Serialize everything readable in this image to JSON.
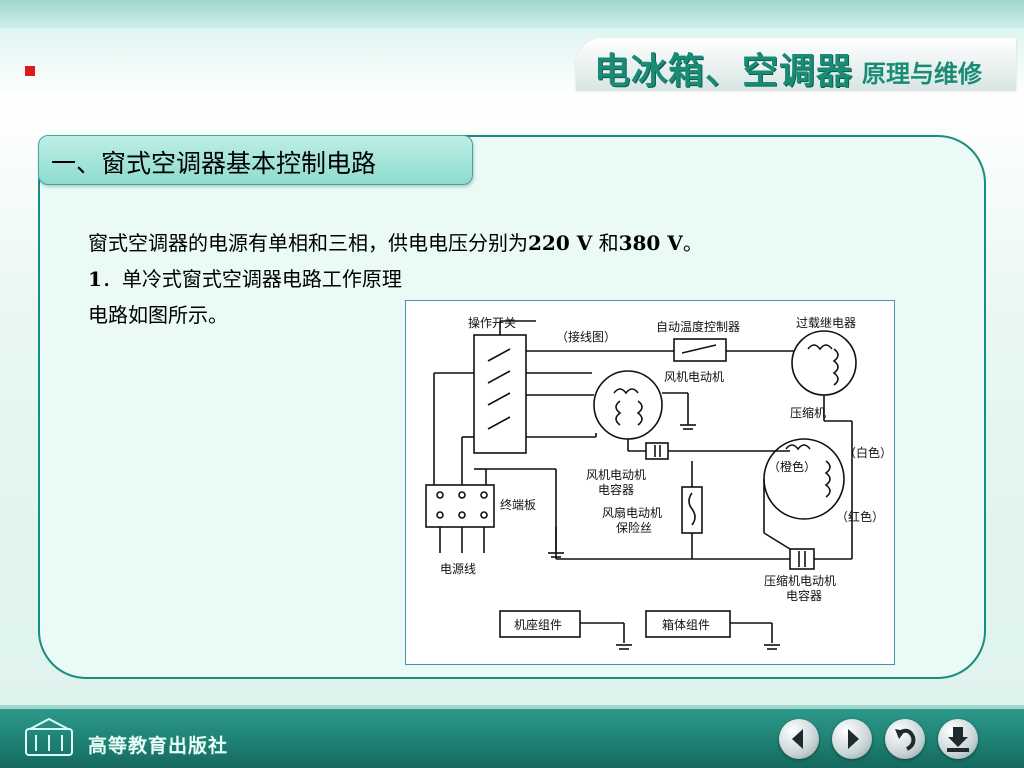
{
  "header": {
    "brand_main": "电冰箱、空调器",
    "brand_sub": "原理与维修"
  },
  "section": {
    "title": "一、窗式空调器基本控制电路"
  },
  "body": {
    "line1_text": "窗式空调器的电源有单相和三相，供电电压分别为",
    "line1_v1": "220 V",
    "line1_and": " 和",
    "line1_v2": "380 V",
    "line1_end": "。",
    "line2_num": "1",
    "line2_text": "．单冷式窗式空调器电路工作原理",
    "line3_text": "电路如图所示。"
  },
  "diagram": {
    "labels": {
      "switch": "操作开关",
      "wiring": "（接线图）",
      "thermostat": "自动温度控制器",
      "overload": "过载继电器",
      "fan_motor": "风机电动机",
      "compressor": "压缩机",
      "white": "（白色）",
      "orange": "（橙色）",
      "red": "（红色）",
      "fan_cap_1": "风机电动机",
      "fan_cap_2": "电容器",
      "terminal": "终端板",
      "fuse_1": "风扇电动机",
      "fuse_2": "保险丝",
      "power": "电源线",
      "comp_cap_1": "压缩机电动机",
      "comp_cap_2": "电容器",
      "base": "机座组件",
      "cabinet": "箱体组件"
    }
  },
  "footer": {
    "publisher": "高等教育出版社",
    "nav": [
      "prev",
      "next",
      "return",
      "exit"
    ]
  },
  "colors": {
    "accent": "#1b8c80",
    "brand": "#1a8b74",
    "bullet": "#e0191b"
  }
}
